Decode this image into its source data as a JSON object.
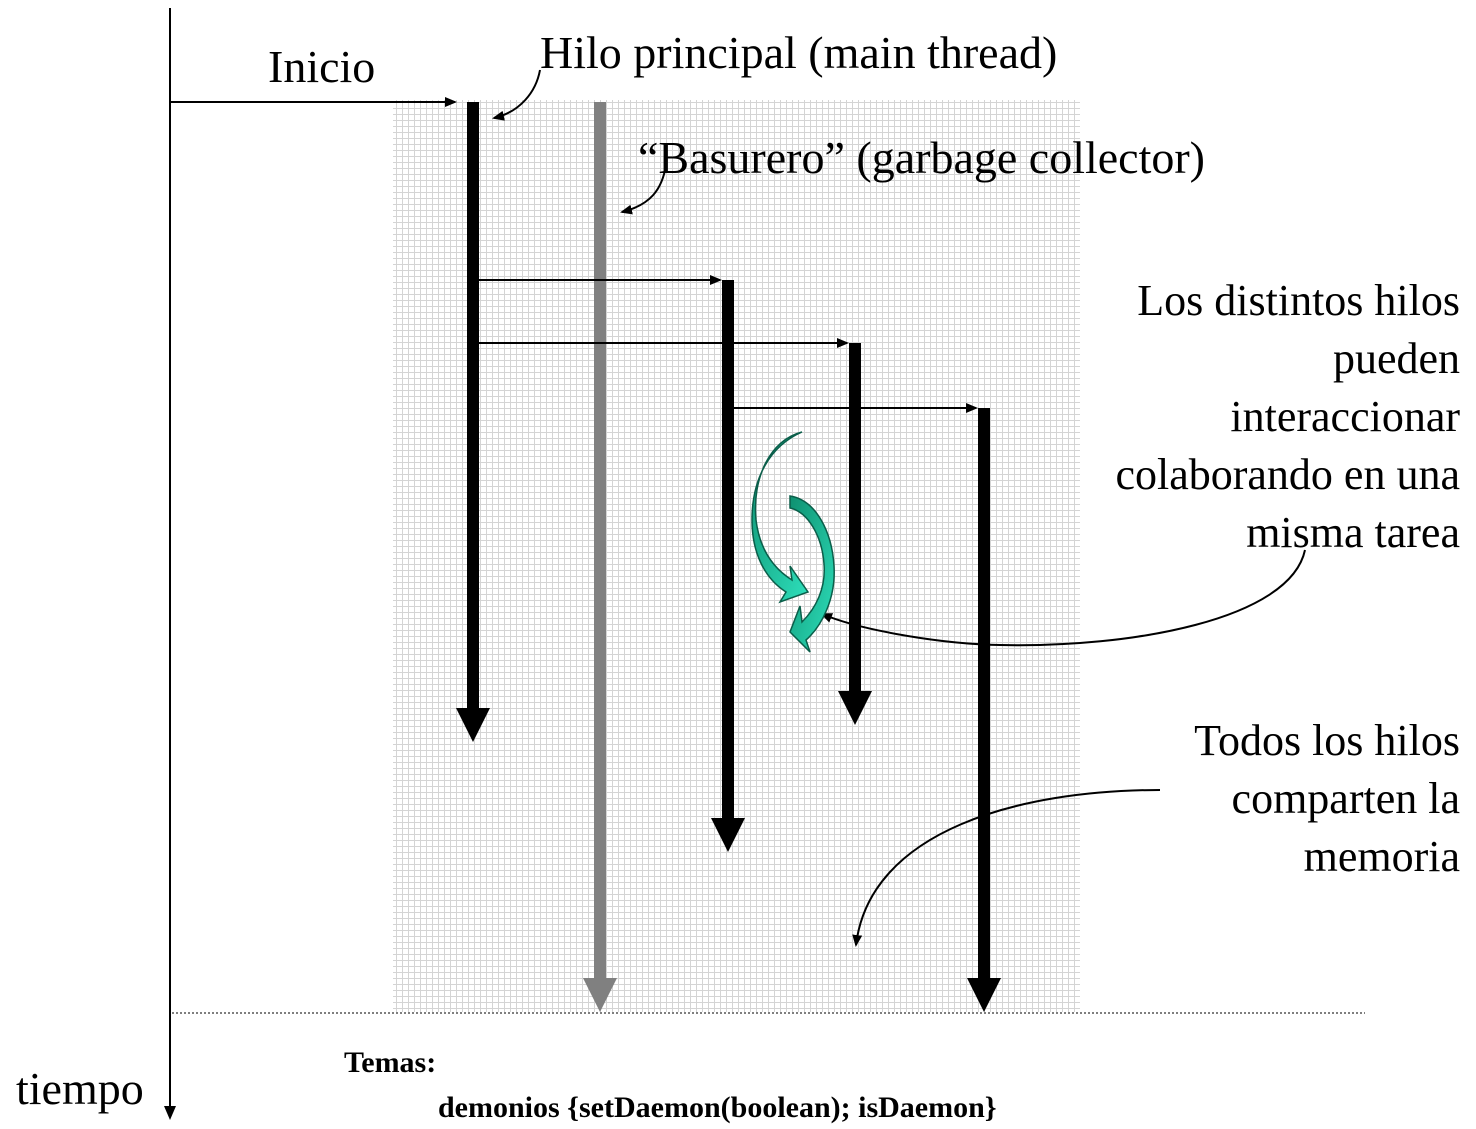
{
  "labels": {
    "inicio": "Inicio",
    "main_thread": "Hilo principal (main thread)",
    "garbage_collector": "“Basurero” (garbage collector)",
    "interact": [
      "Los distintos hilos",
      "pueden",
      "interaccionar",
      "colaborando en una",
      "misma tarea"
    ],
    "shared_memory": [
      "Todos los hilos",
      "comparten la",
      "memoria"
    ],
    "tiempo": "tiempo",
    "temas_title": "Temas:",
    "temas_item": "demonios {setDaemon(boolean);  isDaemon}"
  },
  "colors": {
    "thread": "#000000",
    "garbage_collector": "#808080",
    "memory_fill": "#e8e8e8",
    "cycle_dark": "#109a78",
    "cycle_light": "#20d6b0"
  }
}
